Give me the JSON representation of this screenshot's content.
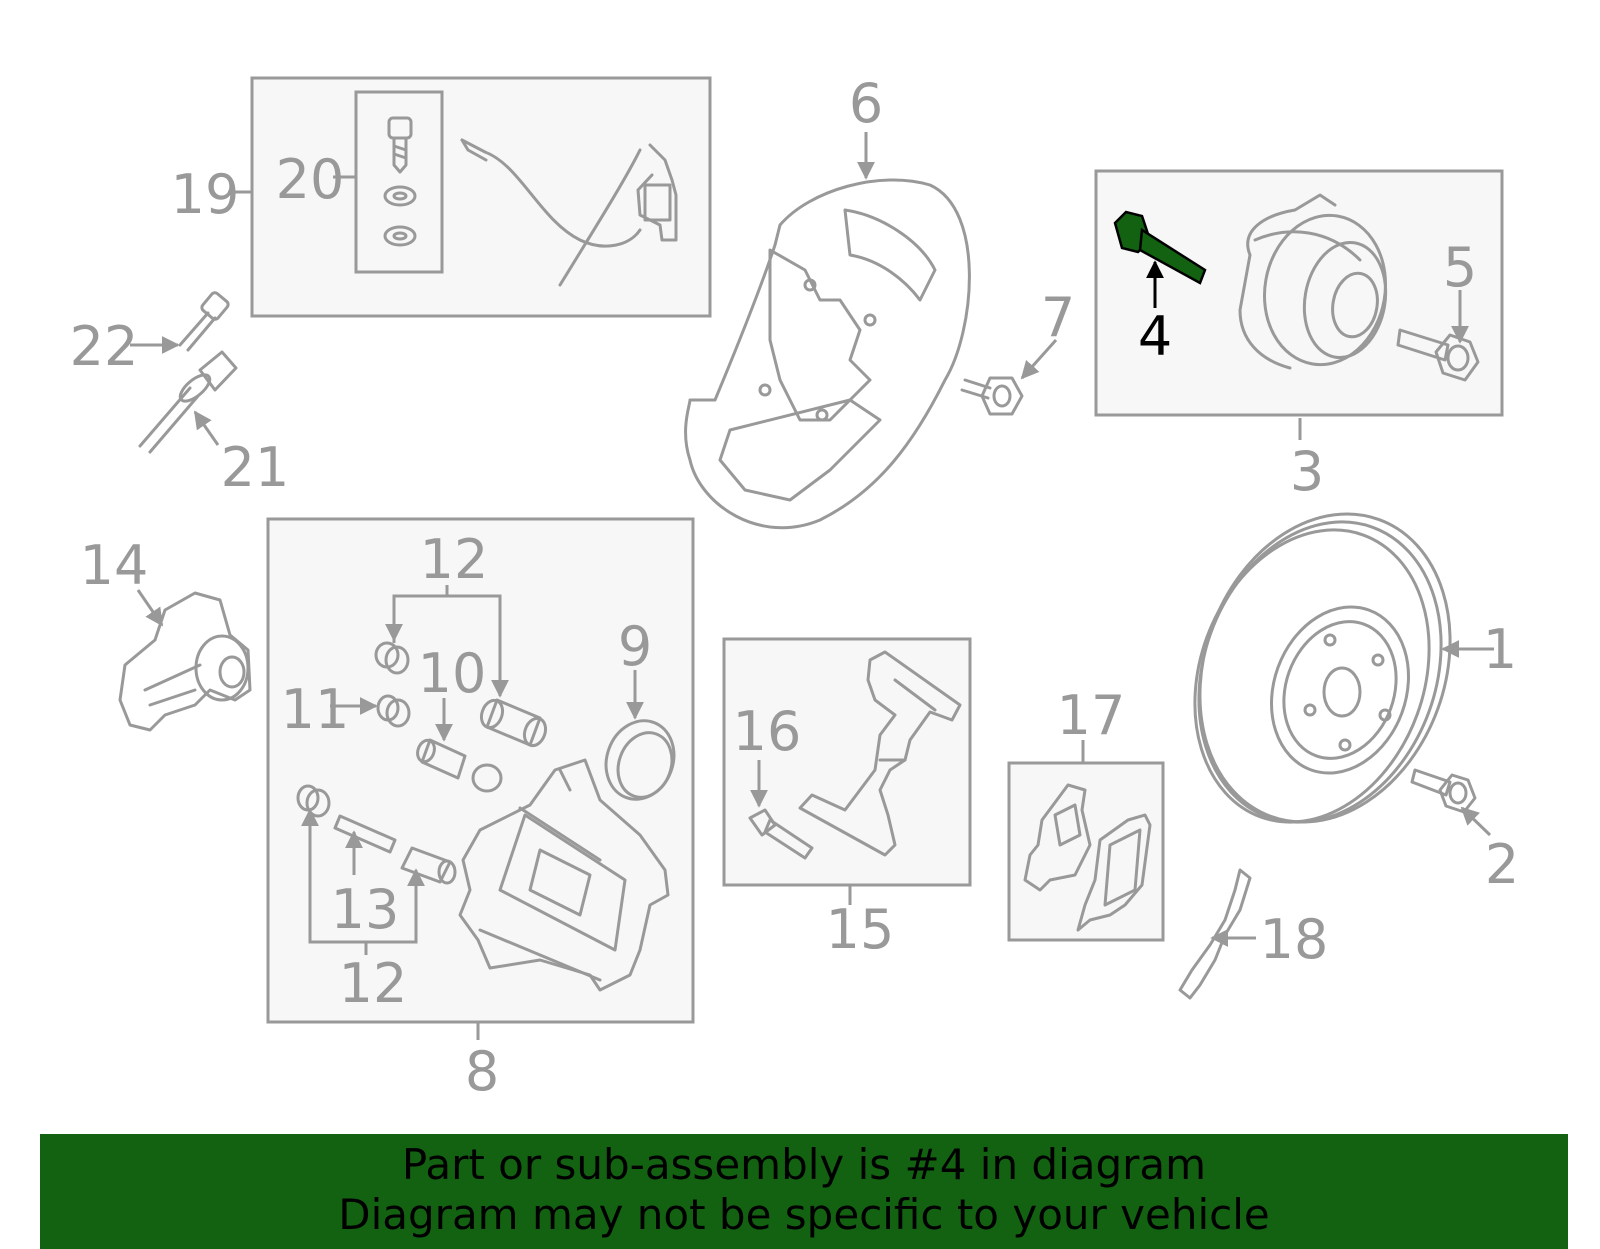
{
  "callouts": {
    "c1": "1",
    "c2": "2",
    "c3": "3",
    "c4": "4",
    "c5": "5",
    "c6": "6",
    "c7": "7",
    "c8": "8",
    "c9": "9",
    "c10": "10",
    "c11": "11",
    "c12a": "12",
    "c12b": "12",
    "c13": "13",
    "c14": "14",
    "c15": "15",
    "c16": "16",
    "c17": "17",
    "c18": "18",
    "c19": "19",
    "c20": "20",
    "c21": "21",
    "c22": "22"
  },
  "highlight": {
    "part_number": "4",
    "color": "#136212"
  },
  "banner": {
    "line1": "Part or sub-assembly is #4 in diagram",
    "line2": "Diagram may not be specific to your vehicle",
    "background": "#136212"
  },
  "colors": {
    "line": "#999999",
    "box_fill": "#f7f7f7",
    "highlight": "#136212"
  }
}
